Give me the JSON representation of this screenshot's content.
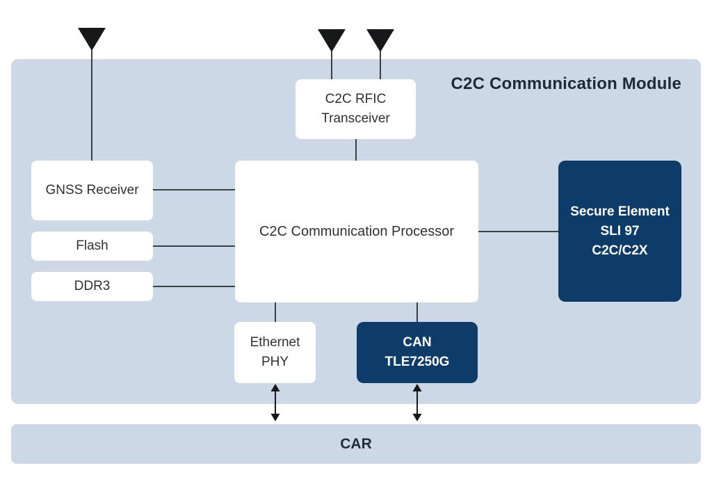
{
  "title": "C2C Communication Module",
  "blocks": {
    "gnss": "GNSS Receiver",
    "flash": "Flash",
    "ddr3": "DDR3",
    "rfic": "C2C RFIC\nTransceiver",
    "processor": "C2C Communication Processor",
    "secure": "Secure Element\nSLI 97\nC2C/C2X",
    "ethernet": "Ethernet\nPHY",
    "can": "CAN\nTLE7250G",
    "car": "CAR"
  },
  "icons": {
    "antenna": "antenna-icon",
    "double_arrow": "double-arrow-icon"
  },
  "colors": {
    "panel_bg": "#ccd8e5",
    "navy_block": "#0e3c69",
    "white_block": "#ffffff",
    "connector_line": "#3a3f42",
    "title_text": "#1e2a38",
    "navy_block_text": "#ffffff",
    "block_text": "#303030"
  },
  "connections": [
    {
      "from": "antenna-1",
      "to": "gnss",
      "bidirectional": false
    },
    {
      "from": "antenna-2",
      "to": "rfic",
      "bidirectional": false
    },
    {
      "from": "antenna-3",
      "to": "rfic",
      "bidirectional": false
    },
    {
      "from": "rfic",
      "to": "processor",
      "bidirectional": false
    },
    {
      "from": "gnss",
      "to": "processor",
      "bidirectional": false
    },
    {
      "from": "flash",
      "to": "processor",
      "bidirectional": false
    },
    {
      "from": "ddr3",
      "to": "processor",
      "bidirectional": false
    },
    {
      "from": "processor",
      "to": "secure",
      "bidirectional": false
    },
    {
      "from": "processor",
      "to": "ethernet",
      "bidirectional": false
    },
    {
      "from": "processor",
      "to": "can",
      "bidirectional": false
    },
    {
      "from": "ethernet",
      "to": "car",
      "bidirectional": true
    },
    {
      "from": "can",
      "to": "car",
      "bidirectional": true
    }
  ]
}
